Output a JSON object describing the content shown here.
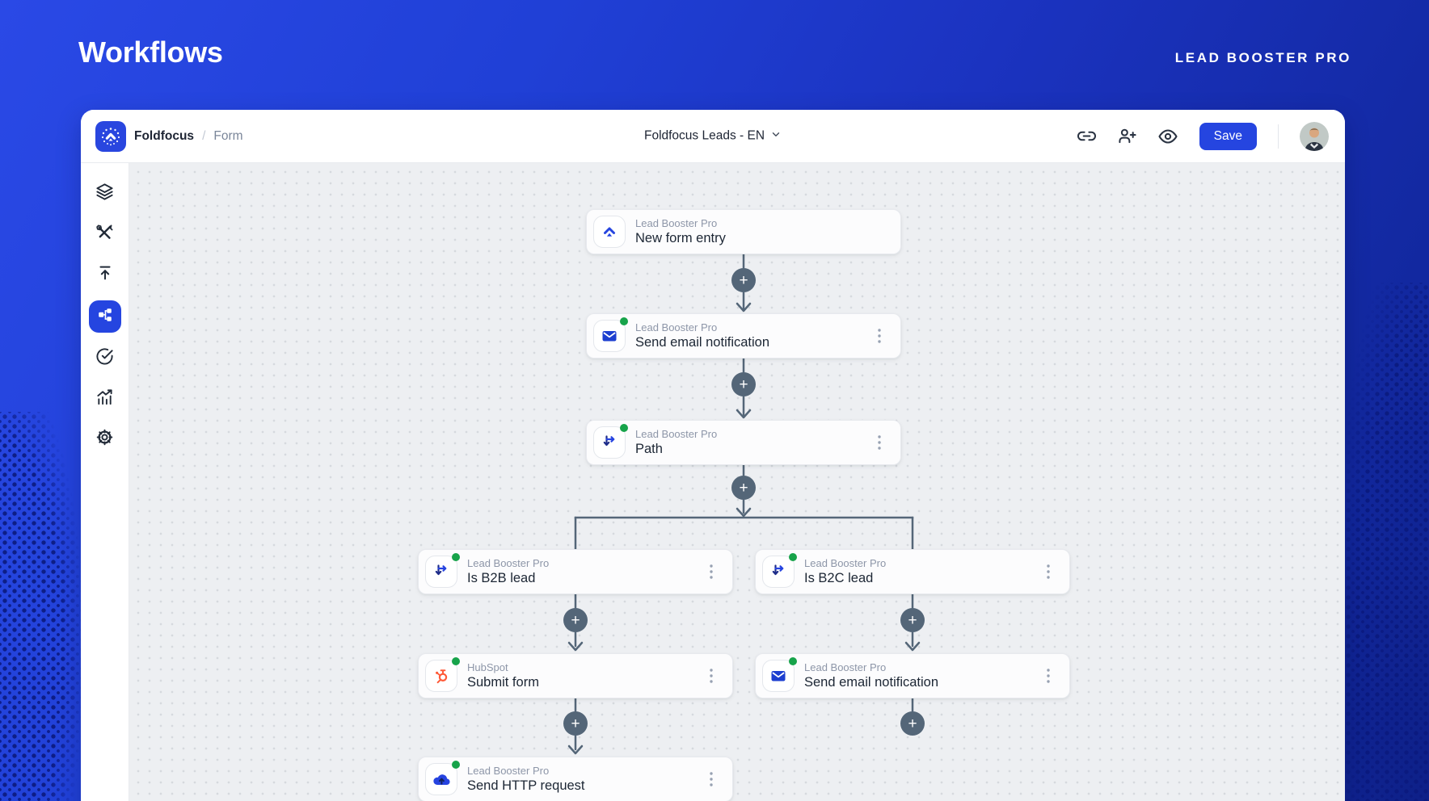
{
  "header": {
    "title": "Workflows",
    "brand": "LEAD BOOSTER PRO"
  },
  "toolbar": {
    "breadcrumb": {
      "app": "Foldfocus",
      "separator": "/",
      "section": "Form"
    },
    "selector_label": "Foldfocus Leads - EN",
    "action_icons": [
      "copy-link-icon",
      "invite-user-icon",
      "preview-eye-icon"
    ],
    "save_label": "Save"
  },
  "sidebar": {
    "items": [
      {
        "icon": "layers-icon",
        "active": false
      },
      {
        "icon": "tools-icon",
        "active": false
      },
      {
        "icon": "publish-icon",
        "active": false
      },
      {
        "icon": "workflow-icon",
        "active": true
      },
      {
        "icon": "check-circle-icon",
        "active": false
      },
      {
        "icon": "analytics-icon",
        "active": false
      },
      {
        "icon": "settings-gear-icon",
        "active": false
      }
    ]
  },
  "canvas": {
    "add_step_label": "+",
    "nodes": [
      {
        "app": "Lead Booster Pro",
        "title": "New form entry",
        "icon": "form-entry-icon",
        "status": "none",
        "menu": false
      },
      {
        "app": "Lead Booster Pro",
        "title": "Send email notification",
        "icon": "email-icon",
        "status": "active",
        "menu": true
      },
      {
        "app": "Lead Booster Pro",
        "title": "Path",
        "icon": "branch-icon",
        "status": "active",
        "menu": true
      },
      {
        "app": "Lead Booster Pro",
        "title": "Is B2B lead",
        "icon": "branch-icon",
        "status": "active",
        "menu": true
      },
      {
        "app": "Lead Booster Pro",
        "title": "Is B2C lead",
        "icon": "branch-icon",
        "status": "active",
        "menu": true
      },
      {
        "app": "HubSpot",
        "title": "Submit form",
        "icon": "hubspot-icon",
        "status": "active",
        "menu": true
      },
      {
        "app": "Lead Booster Pro",
        "title": "Send email notification",
        "icon": "email-icon",
        "status": "active",
        "menu": true
      },
      {
        "app": "Lead Booster Pro",
        "title": "Send HTTP request",
        "icon": "http-request-icon",
        "status": "active",
        "menu": true
      }
    ]
  },
  "colors": {
    "accent": "#2545e0",
    "connector": "#546678",
    "status_green": "#17a34a",
    "hubspot_orange": "#ff5a38",
    "canvas_bg": "#edeff2"
  }
}
